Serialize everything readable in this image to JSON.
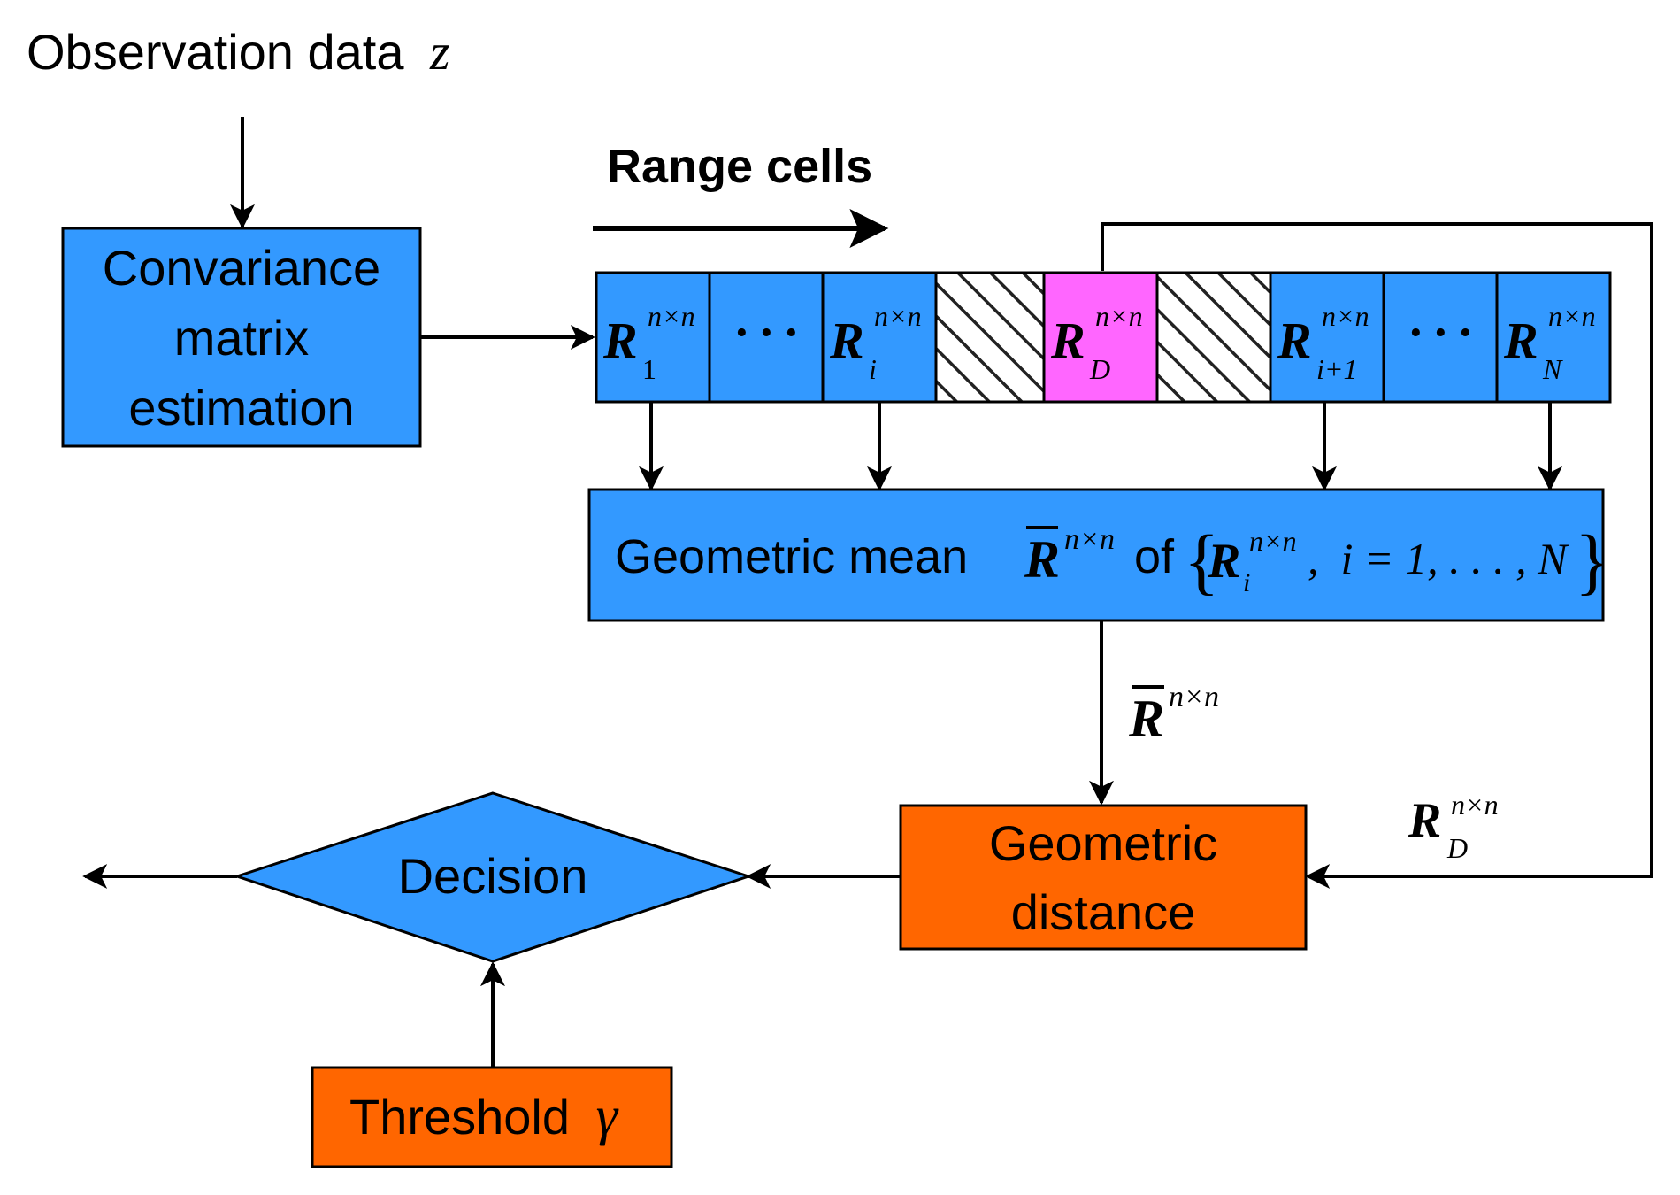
{
  "title": {
    "text": "Observation data",
    "symbol": "z"
  },
  "range_label": "Range cells",
  "estimation_box": {
    "lines": [
      "Convariance",
      "matrix",
      "estimation"
    ]
  },
  "cells": [
    {
      "base": "R",
      "sub": "1",
      "sup": "n×n",
      "kind": "matrix"
    },
    {
      "dots": "· · ·",
      "kind": "dots"
    },
    {
      "base": "R",
      "sub": "i",
      "sup": "n×n",
      "kind": "matrix"
    },
    {
      "kind": "hatched"
    },
    {
      "base": "R",
      "sub": "D",
      "sup": "n×n",
      "kind": "test"
    },
    {
      "kind": "hatched"
    },
    {
      "base": "R",
      "sub": "i+1",
      "sup": "n×n",
      "kind": "matrix"
    },
    {
      "dots": "· · ·",
      "kind": "dots"
    },
    {
      "base": "R",
      "sub": "N",
      "sup": "n×n",
      "kind": "matrix"
    }
  ],
  "mean_box": {
    "prefix": "Geometric mean",
    "bar_base": "R",
    "bar_sup": "n×n",
    "of_text": "of",
    "set_base": "R",
    "set_sub": "i",
    "set_sup": "n×n",
    "set_tail": ",  i = 1, . . . , N"
  },
  "mean_output": {
    "base": "R",
    "sup": "n×n"
  },
  "distance_box": {
    "lines": [
      "Geometric",
      "distance"
    ]
  },
  "test_label": {
    "base": "R",
    "sub": "D",
    "sup": "n×n"
  },
  "decision": {
    "label": "Decision"
  },
  "threshold": {
    "text": "Threshold",
    "symbol": "γ"
  },
  "colors": {
    "blue": "#3399ff",
    "magenta": "#ff66ff",
    "orange": "#ff6600",
    "line": "#000000"
  }
}
